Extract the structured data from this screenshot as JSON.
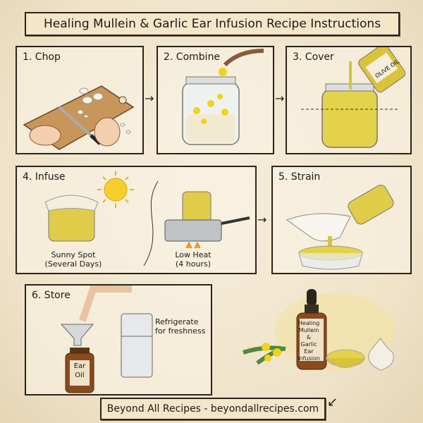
{
  "title": "Healing Mullein & Garlic Ear Infusion Recipe Instructions",
  "steps": [
    {
      "label": "1. Chop"
    },
    {
      "label": "2. Combine"
    },
    {
      "label": "3. Cover",
      "bottle_label": "OLIVE OIL"
    },
    {
      "label": "4. Infuse",
      "caption_left_1": "Sunny Spot",
      "caption_left_2": "(Several Days)",
      "caption_right_1": "Low Heat",
      "caption_right_2": "(4 hours)"
    },
    {
      "label": "5. Strain"
    },
    {
      "label": "6. Store",
      "bottle_label_1": "Ear",
      "bottle_label_2": "Oil",
      "fridge_caption_1": "Refrigerate",
      "fridge_caption_2": "for freshness"
    }
  ],
  "product_label": [
    "Healing",
    "Mullein &",
    "Garlic Ear",
    "Infusion"
  ],
  "footer": "Beyond All Recipes - beyondallrecipes.com",
  "colors": {
    "paper": "#f1e6cf",
    "ink": "#2a241c",
    "oil": "#d9c33a",
    "flower": "#f2d21b",
    "amber": "#8a4a1c"
  }
}
